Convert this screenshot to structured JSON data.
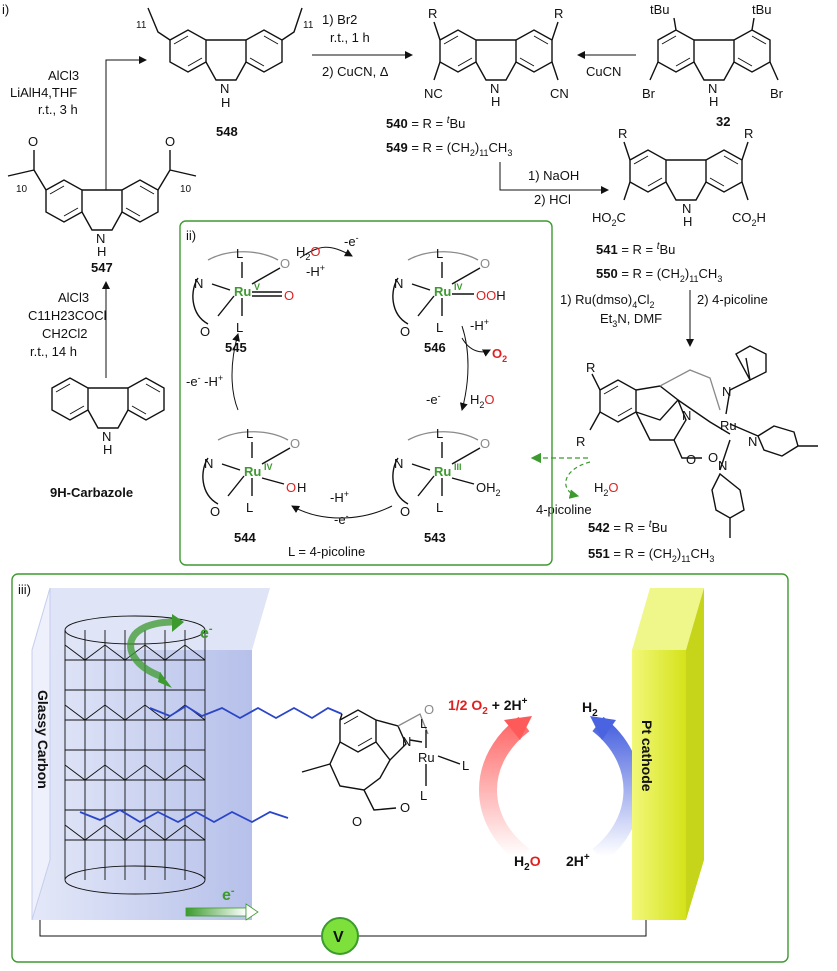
{
  "panels": {
    "i": "i)",
    "ii": "ii)",
    "iii": "iii)"
  },
  "compounds": {
    "c548": "548",
    "c547": "547",
    "carbazole": "9H-Carbazole",
    "c32": "32",
    "c540": "540 = R = tBu",
    "c549": "549 = R = (CH2)11CH3",
    "c541": "541 = R = tBu",
    "c550": "550 = R = (CH2)11CH3",
    "c542": "542 = R = tBu",
    "c551": "551 = R = (CH2)11CH3"
  },
  "labels": {
    "nh": "N",
    "h": "H",
    "r": "R",
    "tbu": "tBu",
    "br": "Br",
    "nc": "NC",
    "cn": "CN",
    "ho2c": "HO2C",
    "co2h": "CO2H",
    "o": "O",
    "chain11": "11",
    "chain10": "10",
    "picoline_side": "4-picoline",
    "water_side": "H2O"
  },
  "conditions": {
    "to548_1": "AlCl3",
    "to548_2": "LiAlH4,THF",
    "to548_3": "r.t., 3 h",
    "to547_1": "AlCl3",
    "to547_2": "C11H23COCl",
    "to547_3": "CH2Cl2",
    "to547_4": "r.t., 14 h",
    "to540_1": "1) Br2",
    "to540_2": "r.t., 1 h",
    "to540_3": "2) CuCN, Δ",
    "from32": "CuCN",
    "to541_1": "1) NaOH",
    "to541_2": "2) HCl",
    "to542_1": "1) Ru(dmso)4Cl2",
    "to542_2": "2) 4-picoline",
    "to542_3": "Et3N, DMF"
  },
  "cycle": {
    "c545": "545",
    "c546": "546",
    "c543": "543",
    "c544": "544",
    "ru": "Ru",
    "ox5": "V",
    "ox4": "IV",
    "ox3": "III",
    "l": "L",
    "n": "N",
    "o": "O",
    "step1_a": "H2O",
    "step1_b": "-e-",
    "step1_c": "-H+",
    "step2_a": "-H+",
    "step2_b": "O2",
    "step3_a": "-e-",
    "step3_b": "H2O",
    "step4_a": "-H+",
    "step4_b": "-e-",
    "step5": "-e-  -H+",
    "legend": "L = 4-picoline"
  },
  "device": {
    "glassy": "Glassy Carbon",
    "pt": "Pt cathode",
    "electron": "e-",
    "half_o2": "1/2 O2 + 2H+",
    "water": "H2O",
    "h2": "H2",
    "twoh": "2H+",
    "voltmeter": "V"
  },
  "colors": {
    "green": "#3c9a2e",
    "red": "#e02020",
    "blue_chain": "#2a45c8",
    "electrode": "#b8c4ec",
    "cathode": "#e3ef2a"
  }
}
